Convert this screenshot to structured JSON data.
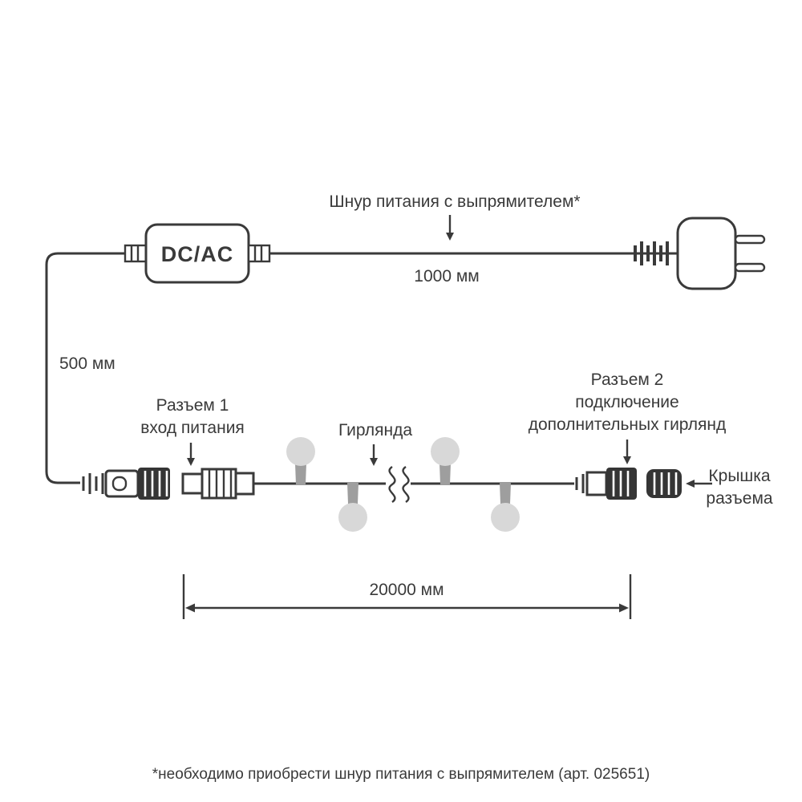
{
  "diagram": {
    "colors": {
      "ink": "#3a3a3a",
      "dark": "#353535",
      "bulb": "#d8d8d8",
      "bulb_base": "#9e9e9e",
      "background": "#ffffff"
    },
    "labels": {
      "power_cord": "Шнур питания с выпрямителем*",
      "power_cord_length": "1000 мм",
      "dc_ac": "DC/AC",
      "input_wire_length": "500 мм",
      "connector1_line1": "Разъем 1",
      "connector1_line2": "вход питания",
      "garland": "Гирлянда",
      "connector2_line1": "Разъем 2",
      "connector2_line2": "подключение",
      "connector2_line3": "дополнительных гирлянд",
      "cap_line1": "Крышка",
      "cap_line2": "разъема",
      "garland_length": "20000 мм",
      "footnote": "*необходимо приобрести шнур питания с выпрямителем (арт. 025651)"
    }
  }
}
